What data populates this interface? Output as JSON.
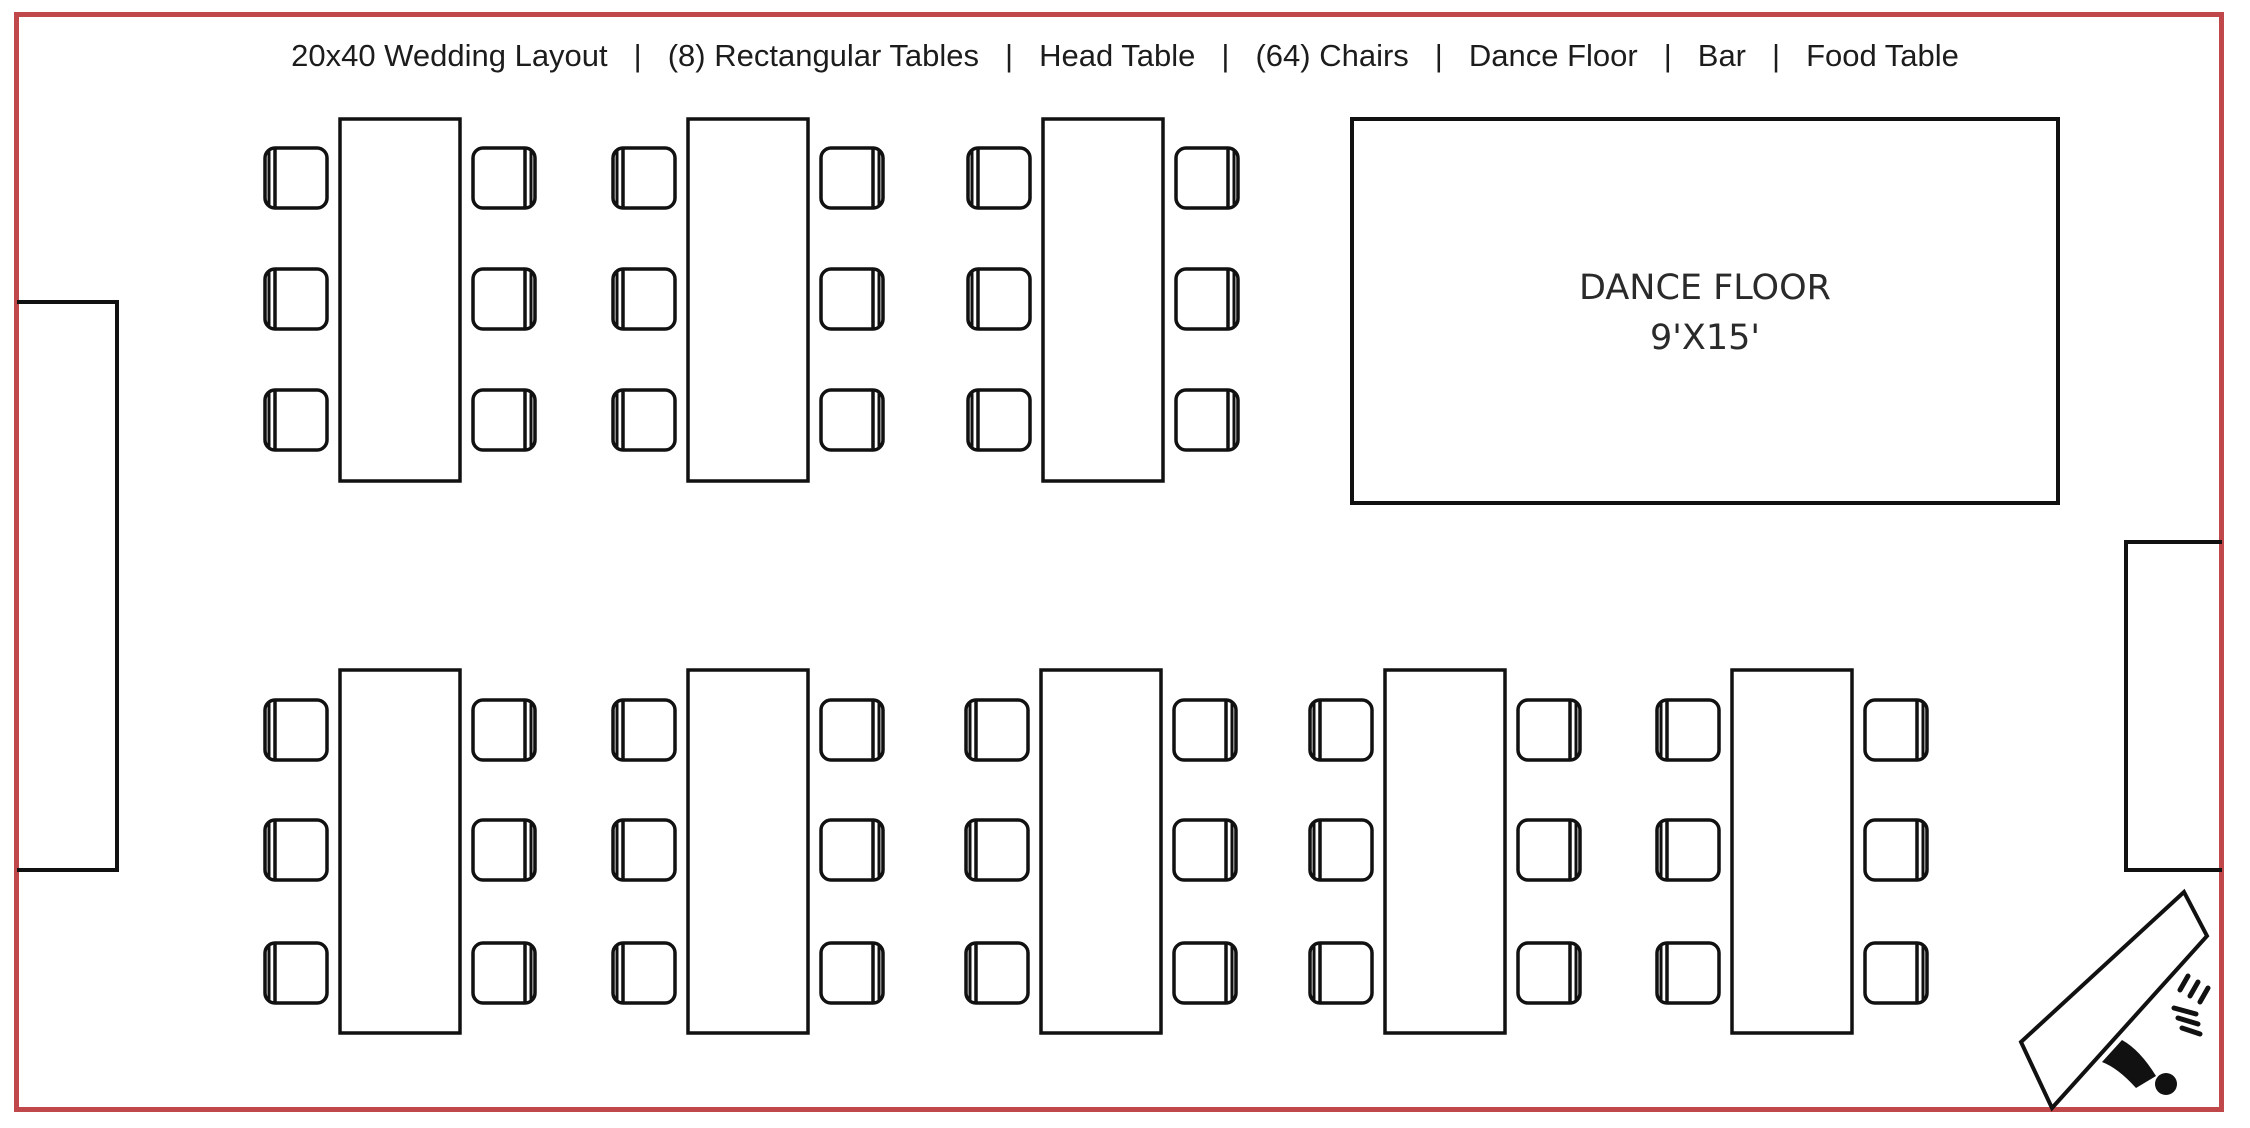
{
  "header": {
    "items": [
      "20x40 Wedding Layout",
      "(8)  Rectangular Tables",
      "Head Table",
      "(64) Chairs",
      "Dance Floor",
      "Bar",
      "Food Table"
    ],
    "separator": "|"
  },
  "dance_floor": {
    "title": "DANCE FLOOR",
    "size": "9'X15'"
  },
  "colors": {
    "frame": "#c0474a",
    "stroke": "#111111"
  },
  "icons": {
    "bar_icon": "bartender-icon"
  }
}
